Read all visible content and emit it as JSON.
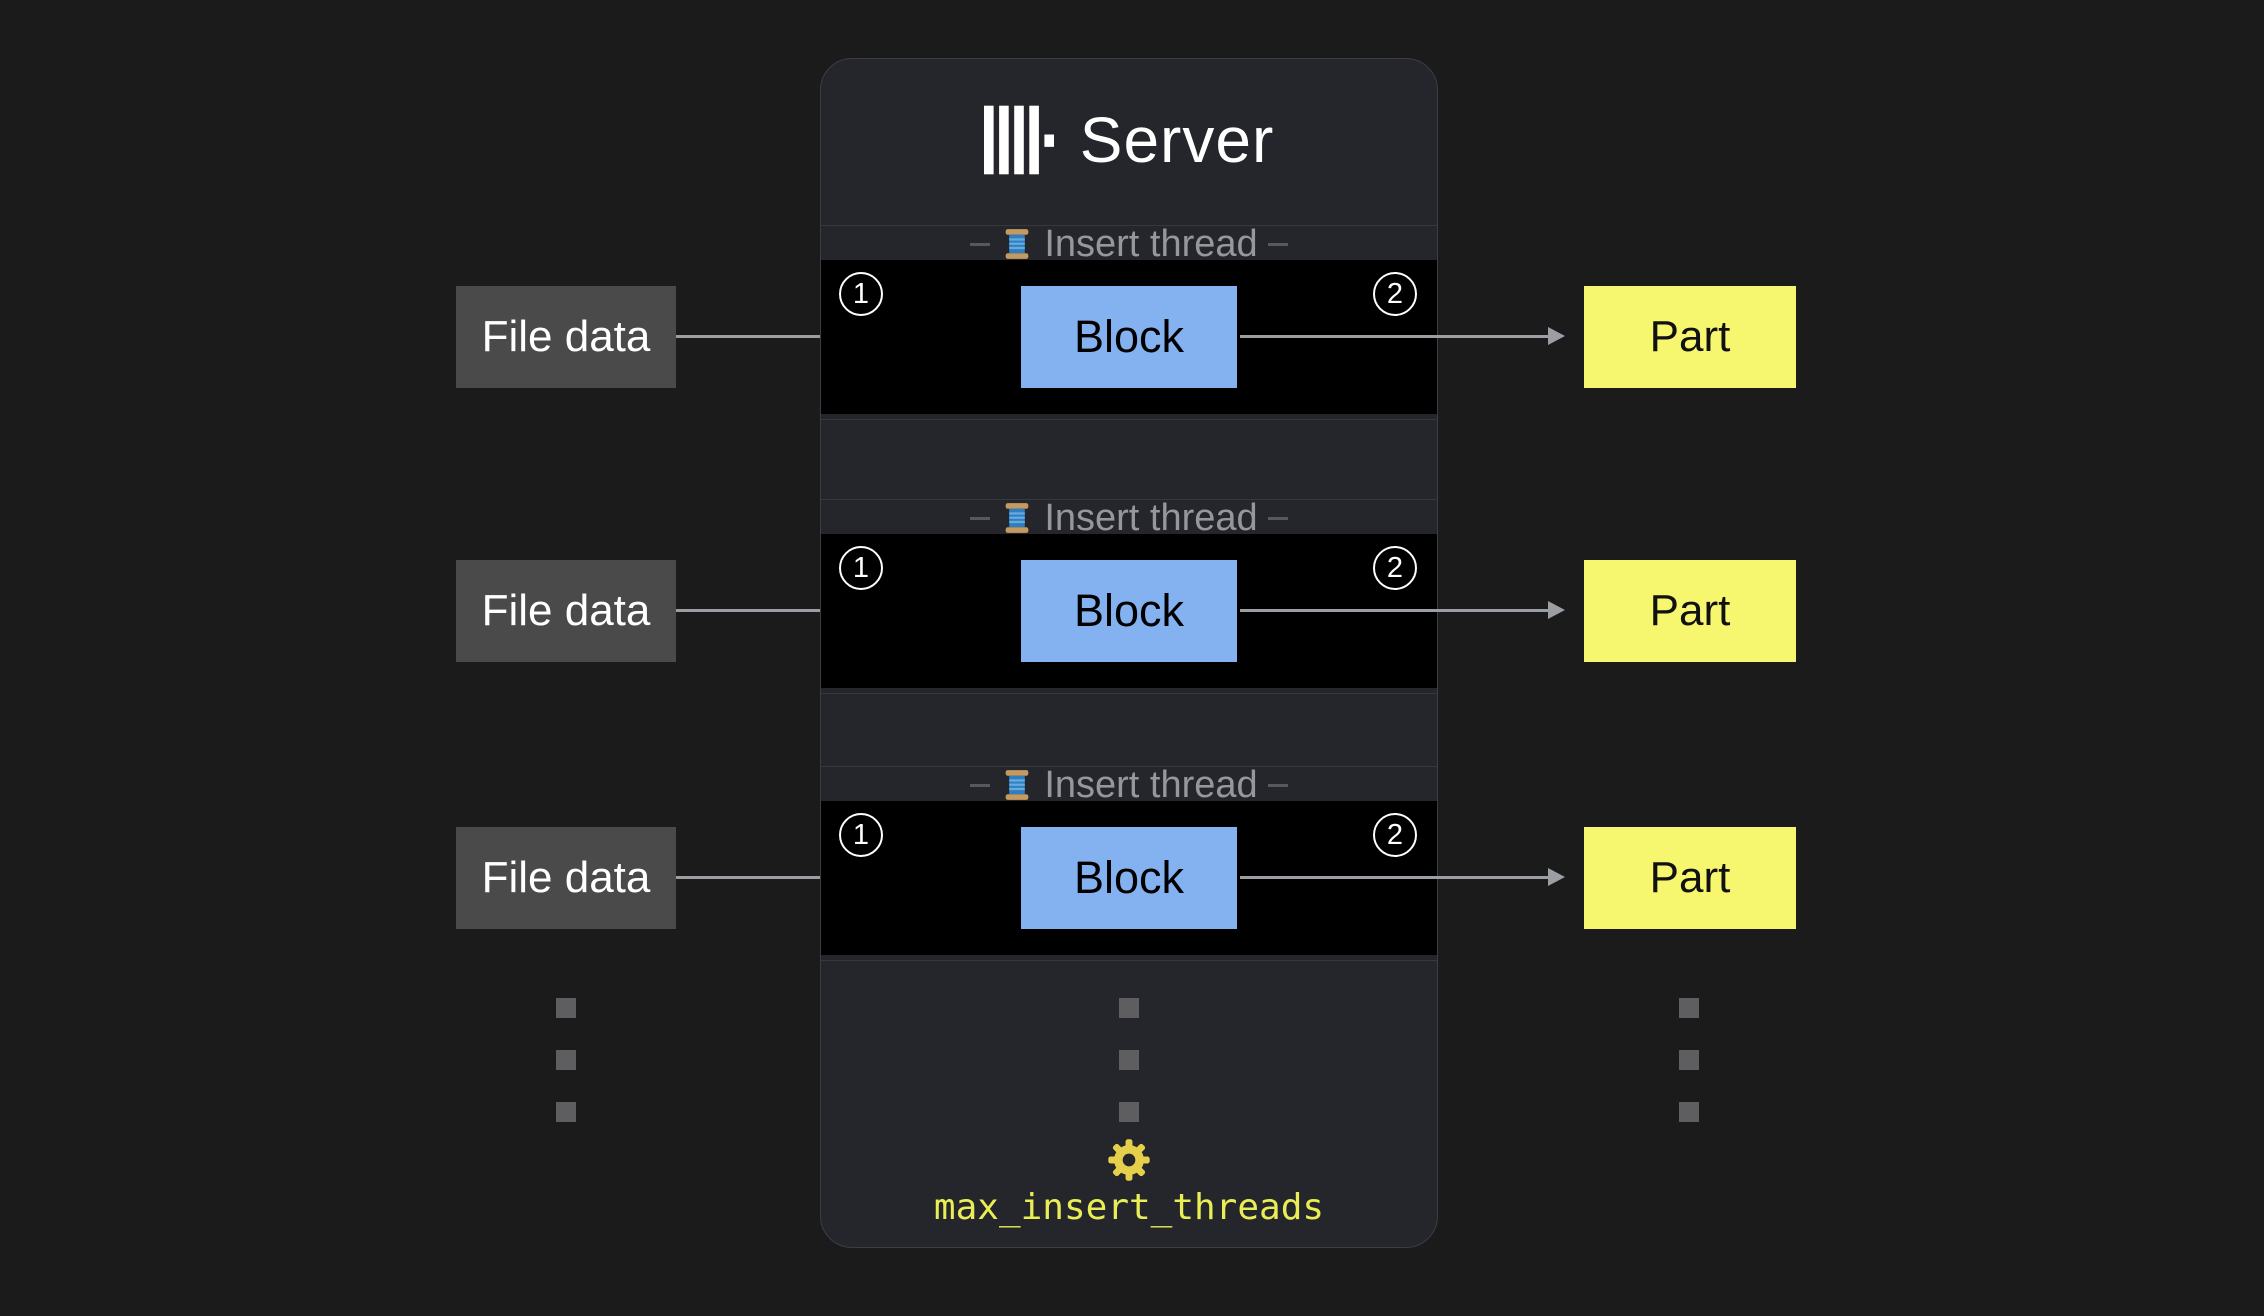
{
  "server": {
    "title": "Server",
    "logo": "clickhouse-bars-icon",
    "threads": [
      {
        "label": "Insert thread",
        "icon": "thread-spool-icon",
        "in_step": "1",
        "out_step": "2",
        "block": "Block"
      },
      {
        "label": "Insert thread",
        "icon": "thread-spool-icon",
        "in_step": "1",
        "out_step": "2",
        "block": "Block"
      },
      {
        "label": "Insert thread",
        "icon": "thread-spool-icon",
        "in_step": "1",
        "out_step": "2",
        "block": "Block"
      }
    ],
    "footer": {
      "icon": "gear-icon",
      "label": "max_insert_threads"
    }
  },
  "inputs": [
    "File data",
    "File data",
    "File data"
  ],
  "outputs": [
    "Part",
    "Part",
    "Part"
  ],
  "colors": {
    "background": "#1b1b1b",
    "server_bg": "#24262b",
    "strip_bg": "#000000",
    "block_bg": "#84b1ef",
    "part_bg": "#f6f66f",
    "file_bg": "#4a4a4a",
    "accent_yellow": "#e9ee55",
    "muted_text": "#94979c",
    "arrow": "#9b9ea3",
    "title_text": "#ffffff"
  }
}
